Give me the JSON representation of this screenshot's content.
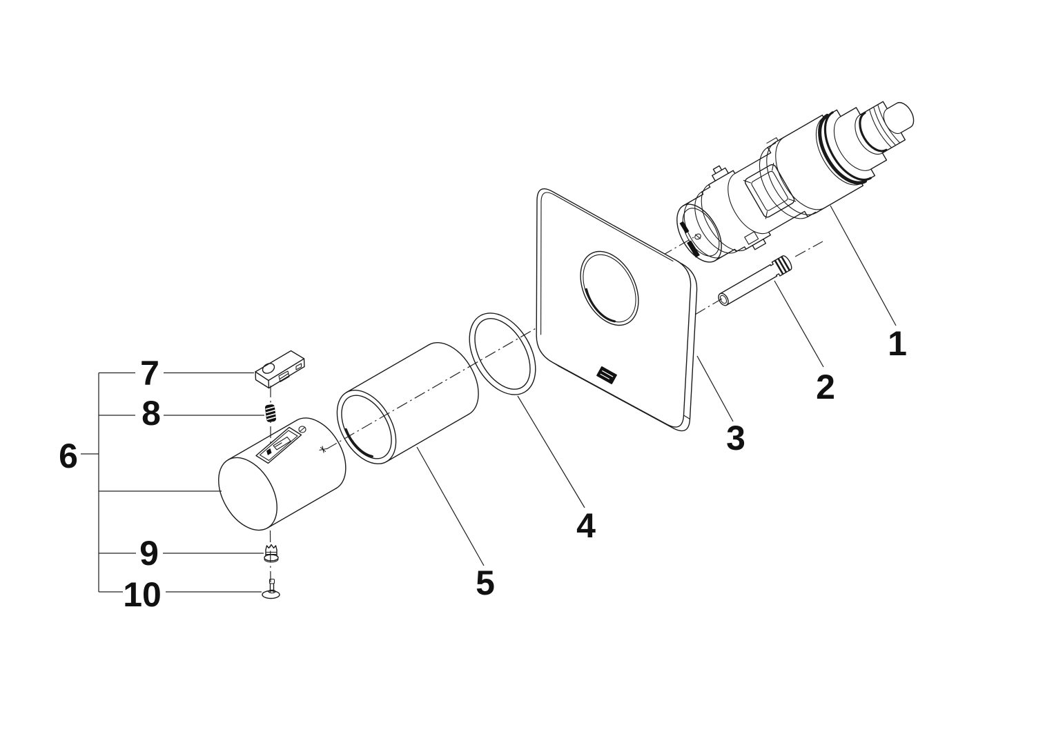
{
  "diagram": {
    "kind": "exploded-parts-diagram",
    "background_color": "#ffffff",
    "line_color": "#1a1a1a",
    "brand_mark": "small-dark-logo-plate",
    "callouts": [
      {
        "label": "1",
        "part": "cartridge-assembly"
      },
      {
        "label": "2",
        "part": "extension-spindle"
      },
      {
        "label": "3",
        "part": "cover-plate"
      },
      {
        "label": "4",
        "part": "o-ring"
      },
      {
        "label": "5",
        "part": "sleeve"
      },
      {
        "label": "6",
        "part": "handle-assembly-group"
      },
      {
        "label": "7",
        "part": "handle-clip"
      },
      {
        "label": "8",
        "part": "spring"
      },
      {
        "label": "9",
        "part": "set-screw"
      },
      {
        "label": "10",
        "part": "fastening-screw"
      }
    ]
  }
}
